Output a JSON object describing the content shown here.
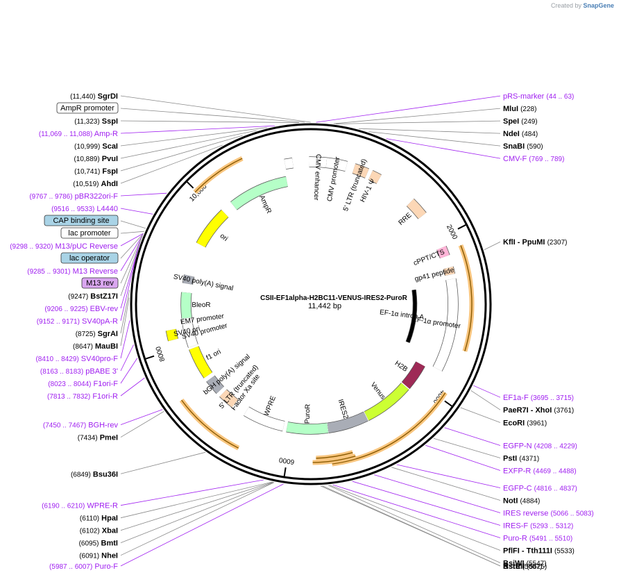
{
  "credit": {
    "created_by": "Created by",
    "brand": "SnapGene"
  },
  "plasmid": {
    "name": "CSII-EF1alpha-H2BC11-VENUS-IRES2-PuroR",
    "size": "11,442 bp",
    "length": 11442
  },
  "ticks": [
    {
      "pos": 2000,
      "label": "2000"
    },
    {
      "pos": 4000,
      "label": "4000"
    },
    {
      "pos": 6000,
      "label": "6000"
    },
    {
      "pos": 8000,
      "label": "8000"
    },
    {
      "pos": 10000,
      "label": "10,000"
    }
  ],
  "sites": [
    {
      "id": "sgrdi",
      "text": "SgrDI",
      "coord": "(11,440)",
      "pos": 11440,
      "color": "#000000",
      "kind": "enzyme"
    },
    {
      "id": "prs",
      "text": "pRS-marker",
      "coord": "(44 .. 63)",
      "pos": 53,
      "color": "#a020f0",
      "kind": "primer"
    },
    {
      "id": "mlui",
      "text": "MluI",
      "coord": "(228)",
      "pos": 228,
      "color": "#000000",
      "kind": "enzyme"
    },
    {
      "id": "spei",
      "text": "SpeI",
      "coord": "(249)",
      "pos": 249,
      "color": "#000000",
      "kind": "enzyme"
    },
    {
      "id": "ndei",
      "text": "NdeI",
      "coord": "(484)",
      "pos": 484,
      "color": "#000000",
      "kind": "enzyme"
    },
    {
      "id": "snabi",
      "text": "SnaBI",
      "coord": "(590)",
      "pos": 590,
      "color": "#000000",
      "kind": "enzyme"
    },
    {
      "id": "cmvf",
      "text": "CMV-F",
      "coord": "(769 .. 789)",
      "pos": 779,
      "color": "#a020f0",
      "kind": "primer"
    },
    {
      "id": "kfli",
      "text": "KflI  - PpuMI",
      "coord": "(2307)",
      "pos": 2307,
      "color": "#000000",
      "kind": "enzyme"
    },
    {
      "id": "ef1af",
      "text": "EF1a-F",
      "coord": "(3695 .. 3715)",
      "pos": 3705,
      "color": "#a020f0",
      "kind": "primer"
    },
    {
      "id": "paer7i",
      "text": "PaeR7I  - XhoI",
      "coord": "(3761)",
      "pos": 3761,
      "color": "#000000",
      "kind": "enzyme"
    },
    {
      "id": "ecori",
      "text": "EcoRI",
      "coord": "(3961)",
      "pos": 3961,
      "color": "#000000",
      "kind": "enzyme"
    },
    {
      "id": "egfpn",
      "text": "EGFP-N",
      "coord": "(4208 .. 4229)",
      "pos": 4218,
      "color": "#a020f0",
      "kind": "primer"
    },
    {
      "id": "psti",
      "text": "PstI",
      "coord": "(4371)",
      "pos": 4371,
      "color": "#000000",
      "kind": "enzyme"
    },
    {
      "id": "exfpr",
      "text": "EXFP-R",
      "coord": "(4469 .. 4488)",
      "pos": 4478,
      "color": "#a020f0",
      "kind": "primer"
    },
    {
      "id": "egfpc",
      "text": "EGFP-C",
      "coord": "(4816 .. 4837)",
      "pos": 4826,
      "color": "#a020f0",
      "kind": "primer"
    },
    {
      "id": "noti",
      "text": "NotI",
      "coord": "(4884)",
      "pos": 4884,
      "color": "#000000",
      "kind": "enzyme"
    },
    {
      "id": "iresrev",
      "text": "IRES reverse",
      "coord": "(5066 .. 5083)",
      "pos": 5074,
      "color": "#a020f0",
      "kind": "primer"
    },
    {
      "id": "iresf",
      "text": "IRES-F",
      "coord": "(5293 .. 5312)",
      "pos": 5302,
      "color": "#a020f0",
      "kind": "primer"
    },
    {
      "id": "puror",
      "text": "Puro-R",
      "coord": "(5491 .. 5510)",
      "pos": 5500,
      "color": "#a020f0",
      "kind": "primer"
    },
    {
      "id": "pflfi",
      "text": "PflFI  - Tth111I",
      "coord": "(5533)",
      "pos": 5533,
      "color": "#000000",
      "kind": "enzyme"
    },
    {
      "id": "bsiwi",
      "text": "BsiWI",
      "coord": "(5547)",
      "pos": 5547,
      "color": "#000000",
      "kind": "enzyme"
    },
    {
      "id": "rsrii",
      "text": "RsrII",
      "coord": "(5607)",
      "pos": 5607,
      "color": "#000000",
      "kind": "enzyme"
    },
    {
      "id": "bsteii",
      "text": "BstEII",
      "coord": "(5625)",
      "pos": 5625,
      "color": "#000000",
      "kind": "enzyme"
    },
    {
      "id": "purof",
      "text": "Puro-F",
      "coord": "(5987 .. 6007)",
      "pos": 5997,
      "color": "#a020f0",
      "kind": "primer"
    },
    {
      "id": "nhei",
      "text": "NheI",
      "coord": "(6091)",
      "pos": 6091,
      "color": "#000000",
      "kind": "enzyme"
    },
    {
      "id": "bmti",
      "text": "BmtI",
      "coord": "(6095)",
      "pos": 6095,
      "color": "#000000",
      "kind": "enzyme"
    },
    {
      "id": "xbai",
      "text": "XbaI",
      "coord": "(6102)",
      "pos": 6102,
      "color": "#000000",
      "kind": "enzyme"
    },
    {
      "id": "hpai",
      "text": "HpaI",
      "coord": "(6110)",
      "pos": 6110,
      "color": "#000000",
      "kind": "enzyme"
    },
    {
      "id": "wprer",
      "text": "WPRE-R",
      "coord": "(6190 .. 6210)",
      "pos": 6200,
      "color": "#a020f0",
      "kind": "primer"
    },
    {
      "id": "bsu36i",
      "text": "Bsu36I",
      "coord": "(6849)",
      "pos": 6849,
      "color": "#000000",
      "kind": "enzyme"
    },
    {
      "id": "pmei",
      "text": "PmeI",
      "coord": "(7434)",
      "pos": 7434,
      "color": "#000000",
      "kind": "enzyme"
    },
    {
      "id": "bghrev",
      "text": "BGH-rev",
      "coord": "(7450 .. 7467)",
      "pos": 7458,
      "color": "#a020f0",
      "kind": "primer"
    },
    {
      "id": "f1orir",
      "text": "F1ori-R",
      "coord": "(7813 .. 7832)",
      "pos": 7822,
      "color": "#a020f0",
      "kind": "primer"
    },
    {
      "id": "f1orif",
      "text": "F1ori-F",
      "coord": "(8023 .. 8044)",
      "pos": 8033,
      "color": "#a020f0",
      "kind": "primer"
    },
    {
      "id": "pbabe",
      "text": "pBABE 3'",
      "coord": "(8163 .. 8183)",
      "pos": 8173,
      "color": "#a020f0",
      "kind": "primer"
    },
    {
      "id": "sv40pro",
      "text": "SV40pro-F",
      "coord": "(8410 .. 8429)",
      "pos": 8419,
      "color": "#a020f0",
      "kind": "primer"
    },
    {
      "id": "maubi",
      "text": "MauBI",
      "coord": "(8647)",
      "pos": 8647,
      "color": "#000000",
      "kind": "enzyme"
    },
    {
      "id": "sgrai",
      "text": "SgrAI",
      "coord": "(8725)",
      "pos": 8725,
      "color": "#000000",
      "kind": "enzyme"
    },
    {
      "id": "sv40par",
      "text": "SV40pA-R",
      "coord": "(9152 .. 9171)",
      "pos": 9161,
      "color": "#a020f0",
      "kind": "primer"
    },
    {
      "id": "ebvrev",
      "text": "EBV-rev",
      "coord": "(9206 .. 9225)",
      "pos": 9215,
      "color": "#a020f0",
      "kind": "primer"
    },
    {
      "id": "bstz17i",
      "text": "BstZ17I",
      "coord": "(9247)",
      "pos": 9247,
      "color": "#000000",
      "kind": "enzyme"
    },
    {
      "id": "m13rev",
      "text": "M13 rev",
      "coord": "",
      "pos": 9282,
      "color": "#000000",
      "kind": "box",
      "fill": "#d9a6f0"
    },
    {
      "id": "m13r",
      "text": "M13 Reverse",
      "coord": "(9285 .. 9301)",
      "pos": 9293,
      "color": "#a020f0",
      "kind": "primer"
    },
    {
      "id": "lacop",
      "text": "lac operator",
      "coord": "",
      "pos": 9306,
      "color": "#000000",
      "kind": "box",
      "fill": "#a9d3e6"
    },
    {
      "id": "m13puc",
      "text": "M13/pUC Reverse",
      "coord": "(9298 .. 9320)",
      "pos": 9309,
      "color": "#a020f0",
      "kind": "primer"
    },
    {
      "id": "lacprom",
      "text": "lac promoter",
      "coord": "",
      "pos": 9331,
      "color": "#000000",
      "kind": "box",
      "fill": "#ffffff"
    },
    {
      "id": "cap",
      "text": "CAP binding site",
      "coord": "",
      "pos": 9365,
      "color": "#000000",
      "kind": "box",
      "fill": "#a9d3e6"
    },
    {
      "id": "l4440",
      "text": "L4440",
      "coord": "(9516 .. 9533)",
      "pos": 9524,
      "color": "#a020f0",
      "kind": "primer"
    },
    {
      "id": "pbr322",
      "text": "pBR322ori-F",
      "coord": "(9767 .. 9786)",
      "pos": 9776,
      "color": "#a020f0",
      "kind": "primer"
    },
    {
      "id": "ahdi",
      "text": "AhdI",
      "coord": "(10,519)",
      "pos": 10519,
      "color": "#000000",
      "kind": "enzyme"
    },
    {
      "id": "fspi",
      "text": "FspI",
      "coord": "(10,741)",
      "pos": 10741,
      "color": "#000000",
      "kind": "enzyme"
    },
    {
      "id": "pvui",
      "text": "PvuI",
      "coord": "(10,889)",
      "pos": 10889,
      "color": "#000000",
      "kind": "enzyme"
    },
    {
      "id": "scai",
      "text": "ScaI",
      "coord": "(10,999)",
      "pos": 10999,
      "color": "#000000",
      "kind": "enzyme"
    },
    {
      "id": "ampr_p",
      "text": "Amp-R",
      "coord": "(11,069 .. 11,088)",
      "pos": 11078,
      "color": "#a020f0",
      "kind": "primer"
    },
    {
      "id": "sspi",
      "text": "SspI",
      "coord": "(11,323)",
      "pos": 11323,
      "color": "#000000",
      "kind": "enzyme"
    },
    {
      "id": "amprprom",
      "text": "AmpR promoter",
      "coord": "",
      "pos": 11380,
      "color": "#000000",
      "kind": "box",
      "fill": "#ffffff"
    }
  ],
  "features": [
    {
      "id": "cmv-enh",
      "label": "CMV enhancer",
      "color": "#ffffff",
      "start": 11420,
      "end": 200
    },
    {
      "id": "cmv-prom",
      "label": "CMV promoter",
      "color": "#ffffff",
      "start": 200,
      "end": 460
    },
    {
      "id": "ltr5",
      "label": "5' LTR (truncated)",
      "color": "#fcd7b6",
      "start": 560,
      "end": 740
    },
    {
      "id": "hiv",
      "label": "HIV-1 Ψ",
      "color": "#fcd7b6",
      "start": 790,
      "end": 910
    },
    {
      "id": "rre",
      "label": "RRE",
      "color": "#fcd7b6",
      "start": 1410,
      "end": 1640
    },
    {
      "id": "cppt",
      "label": "cPPT/CTS",
      "color": "#ffb4d7",
      "start": 2120,
      "end": 2240
    },
    {
      "id": "gp41",
      "label": "gp41 peptide",
      "color": "#fcd7b6",
      "start": 2390,
      "end": 2480
    },
    {
      "id": "ef1a-prom",
      "label": "EF-1α promoter",
      "color": "#ffffff",
      "start": 2540,
      "end": 3720
    },
    {
      "id": "ef1a-intron",
      "label": "EF-1α intron A",
      "color": "#000000",
      "start": 2610,
      "end": 3540
    },
    {
      "id": "h2b",
      "label": "H2B",
      "color": "#9e2a56",
      "start": 3770,
      "end": 4150
    },
    {
      "id": "venus",
      "label": "Venus",
      "color": "#ccff33",
      "start": 4165,
      "end": 4880
    },
    {
      "id": "ires2",
      "label": "IRES2",
      "color": "#a9adb6",
      "start": 4890,
      "end": 5470
    },
    {
      "id": "puror",
      "label": "PuroR",
      "color": "#b5ffc7",
      "start": 5475,
      "end": 6070
    },
    {
      "id": "wpre",
      "label": "WPRE",
      "color": "#ffffff",
      "start": 6120,
      "end": 6710
    },
    {
      "id": "factorxa",
      "label": "Factor Xa site",
      "color": "#ffffff",
      "start": 6860,
      "end": 6900
    },
    {
      "id": "ltr3",
      "label": "5' LTR (truncated)",
      "color": "#fcd7b6",
      "start": 6910,
      "end": 7140
    },
    {
      "id": "bgh",
      "label": "bGH poly(A) signal",
      "color": "#a9adb6",
      "start": 7200,
      "end": 7420
    },
    {
      "id": "f1ori",
      "label": "f1 ori",
      "color": "#ffff00",
      "start": 7480,
      "end": 7930
    },
    {
      "id": "sv40prom",
      "label": "SV40 promoter",
      "color": "#ffffff",
      "start": 7960,
      "end": 8290
    },
    {
      "id": "sv40ori",
      "label": "SV40 ori",
      "color": "#ffff00",
      "start": 8120,
      "end": 8250
    },
    {
      "id": "em7",
      "label": "EM7 promoter",
      "color": "#ffffff",
      "start": 8300,
      "end": 8360
    },
    {
      "id": "bleor",
      "label": "BleoR",
      "color": "#b5ffc7",
      "start": 8380,
      "end": 8750
    },
    {
      "id": "sv40pa",
      "label": "SV40 poly(A) signal",
      "color": "#a9adb6",
      "start": 8880,
      "end": 9000
    },
    {
      "id": "ori",
      "label": "ori",
      "color": "#ffff00",
      "start": 9480,
      "end": 10060
    },
    {
      "id": "ampr",
      "label": "AmpR",
      "color": "#b5ffc7",
      "start": 10230,
      "end": 11090
    },
    {
      "id": "ampr-prom",
      "label": "",
      "color": "#ffffff",
      "start": 11110,
      "end": 11210
    }
  ],
  "orfs": [
    {
      "id": "orf-1",
      "start": 2180,
      "end": 3400
    },
    {
      "id": "orf-2",
      "start": 3920,
      "end": 5480
    },
    {
      "id": "orf-3",
      "start": 5200,
      "end": 5700
    },
    {
      "id": "orf-4",
      "start": 5220,
      "end": 5660
    },
    {
      "id": "orf-5",
      "start": 6570,
      "end": 7420
    },
    {
      "id": "orf-6",
      "start": 9980,
      "end": 10640
    }
  ]
}
